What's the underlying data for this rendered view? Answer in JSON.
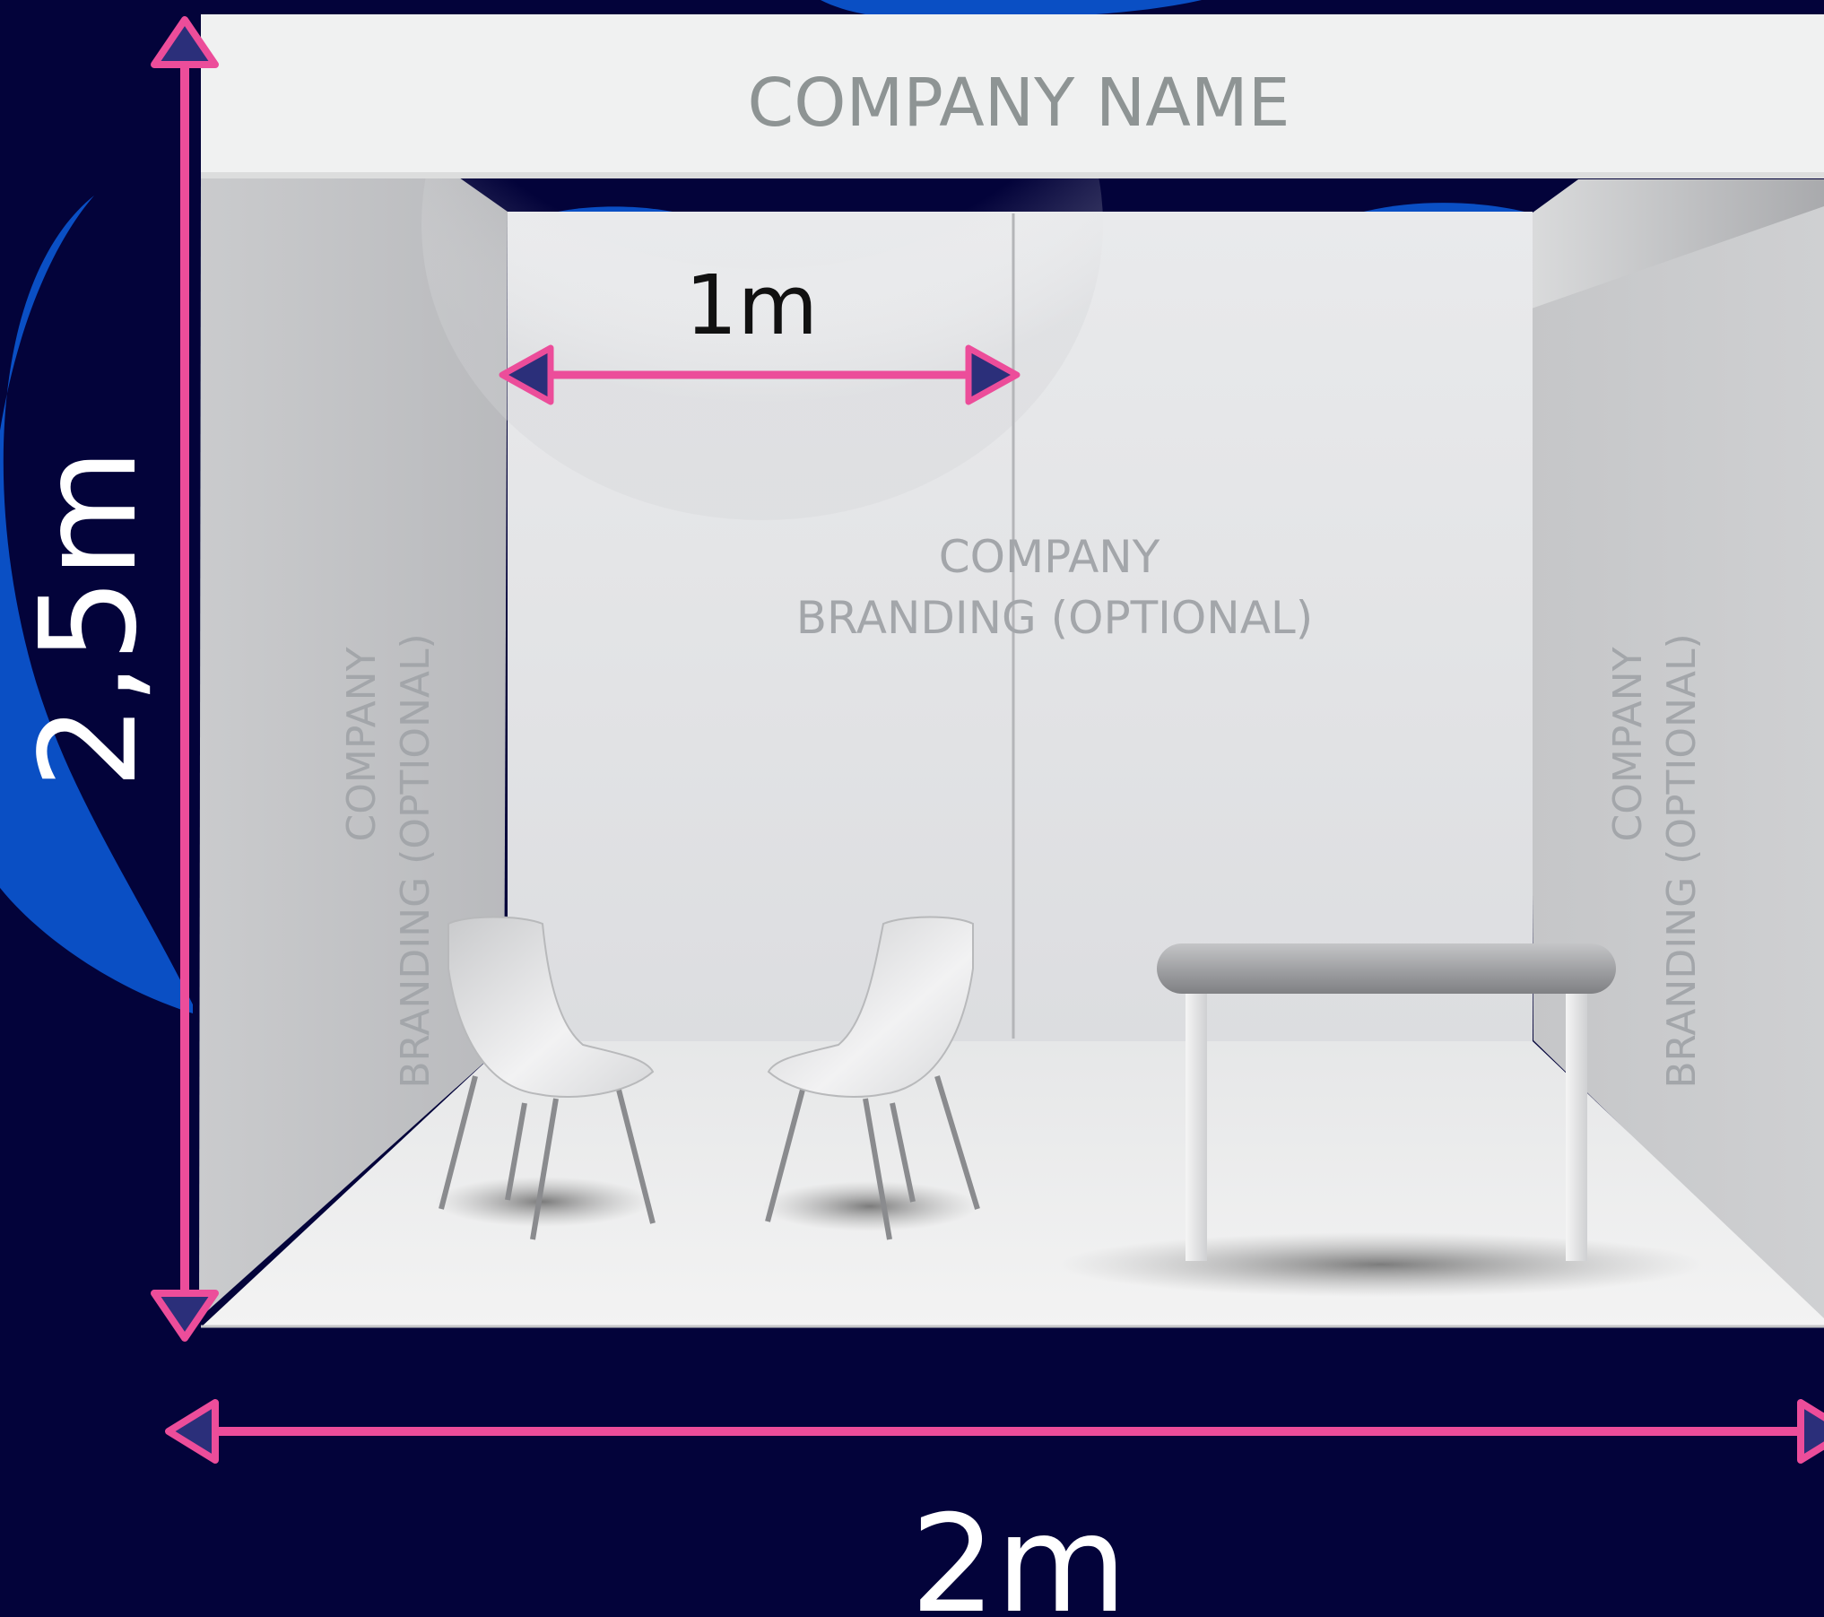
{
  "booth": {
    "header_text": "COMPANY NAME",
    "back_wall_branding_line1": "COMPANY",
    "back_wall_branding_line2": "BRANDING (OPTIONAL)",
    "left_wall_branding_line1": "COMPANY",
    "left_wall_branding_line2": "BRANDING (OPTIONAL)",
    "right_wall_branding_line1": "COMPANY",
    "right_wall_branding_line2": "BRANDING (OPTIONAL)"
  },
  "dimensions": {
    "height_label": "2,5m",
    "width_label": "2m",
    "panel_width_label": "1m"
  },
  "colors": {
    "background": "#03033a",
    "decor_arc": "#0a4fc4",
    "arrow": "#ec4d9a",
    "arrowhead_fill": "#2b2f7a",
    "header_text": "#8e9494",
    "branding_text": "#a3a6aa",
    "dimension_text": "#ffffff",
    "panel_label_text": "#111111"
  }
}
